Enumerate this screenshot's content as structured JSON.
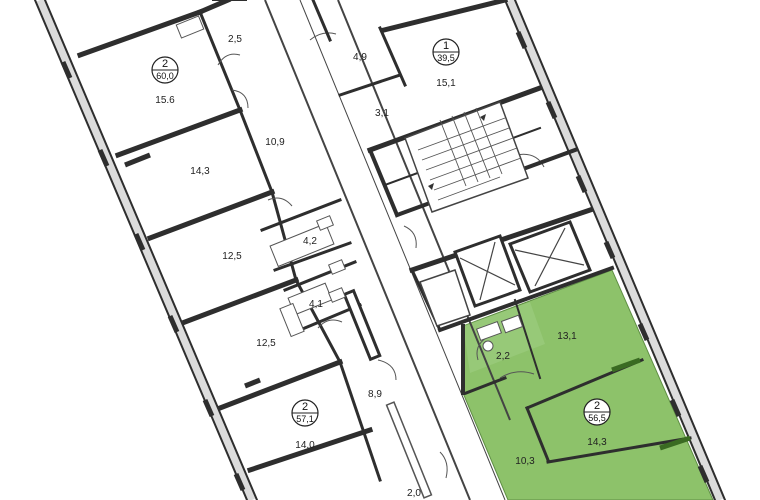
{
  "rooms": [
    {
      "id": "r_2_5",
      "label": "2,5"
    },
    {
      "id": "r_15_6",
      "label": "15.6"
    },
    {
      "id": "r_10_9",
      "label": "10,9"
    },
    {
      "id": "r_14_3a",
      "label": "14,3"
    },
    {
      "id": "r_4_2",
      "label": "4,2"
    },
    {
      "id": "r_12_5a",
      "label": "12,5"
    },
    {
      "id": "r_4_1",
      "label": "4,1"
    },
    {
      "id": "r_12_5b",
      "label": "12,5"
    },
    {
      "id": "r_8_9",
      "label": "8,9"
    },
    {
      "id": "r_14_0",
      "label": "14,0"
    },
    {
      "id": "r_2_0",
      "label": "2,0"
    },
    {
      "id": "r_4_9",
      "label": "4,9"
    },
    {
      "id": "r_3_1",
      "label": "3,1"
    },
    {
      "id": "r_15_1",
      "label": "15,1"
    },
    {
      "id": "r_13_1",
      "label": "13,1"
    },
    {
      "id": "r_2_2",
      "label": "2,2"
    },
    {
      "id": "r_14_3b",
      "label": "14,3"
    },
    {
      "id": "r_10_3",
      "label": "10,3"
    }
  ],
  "apartments": [
    {
      "id": "apt_a",
      "rooms": "2",
      "area": "60,0"
    },
    {
      "id": "apt_b",
      "rooms": "1",
      "area": "39,5"
    },
    {
      "id": "apt_c",
      "rooms": "2",
      "area": "57,1"
    },
    {
      "id": "apt_d",
      "rooms": "2",
      "area": "56,5",
      "highlight_color": "#8dc26a"
    }
  ],
  "colors": {
    "highlight": "#8dc26a",
    "walls": "#2e2e2e"
  }
}
